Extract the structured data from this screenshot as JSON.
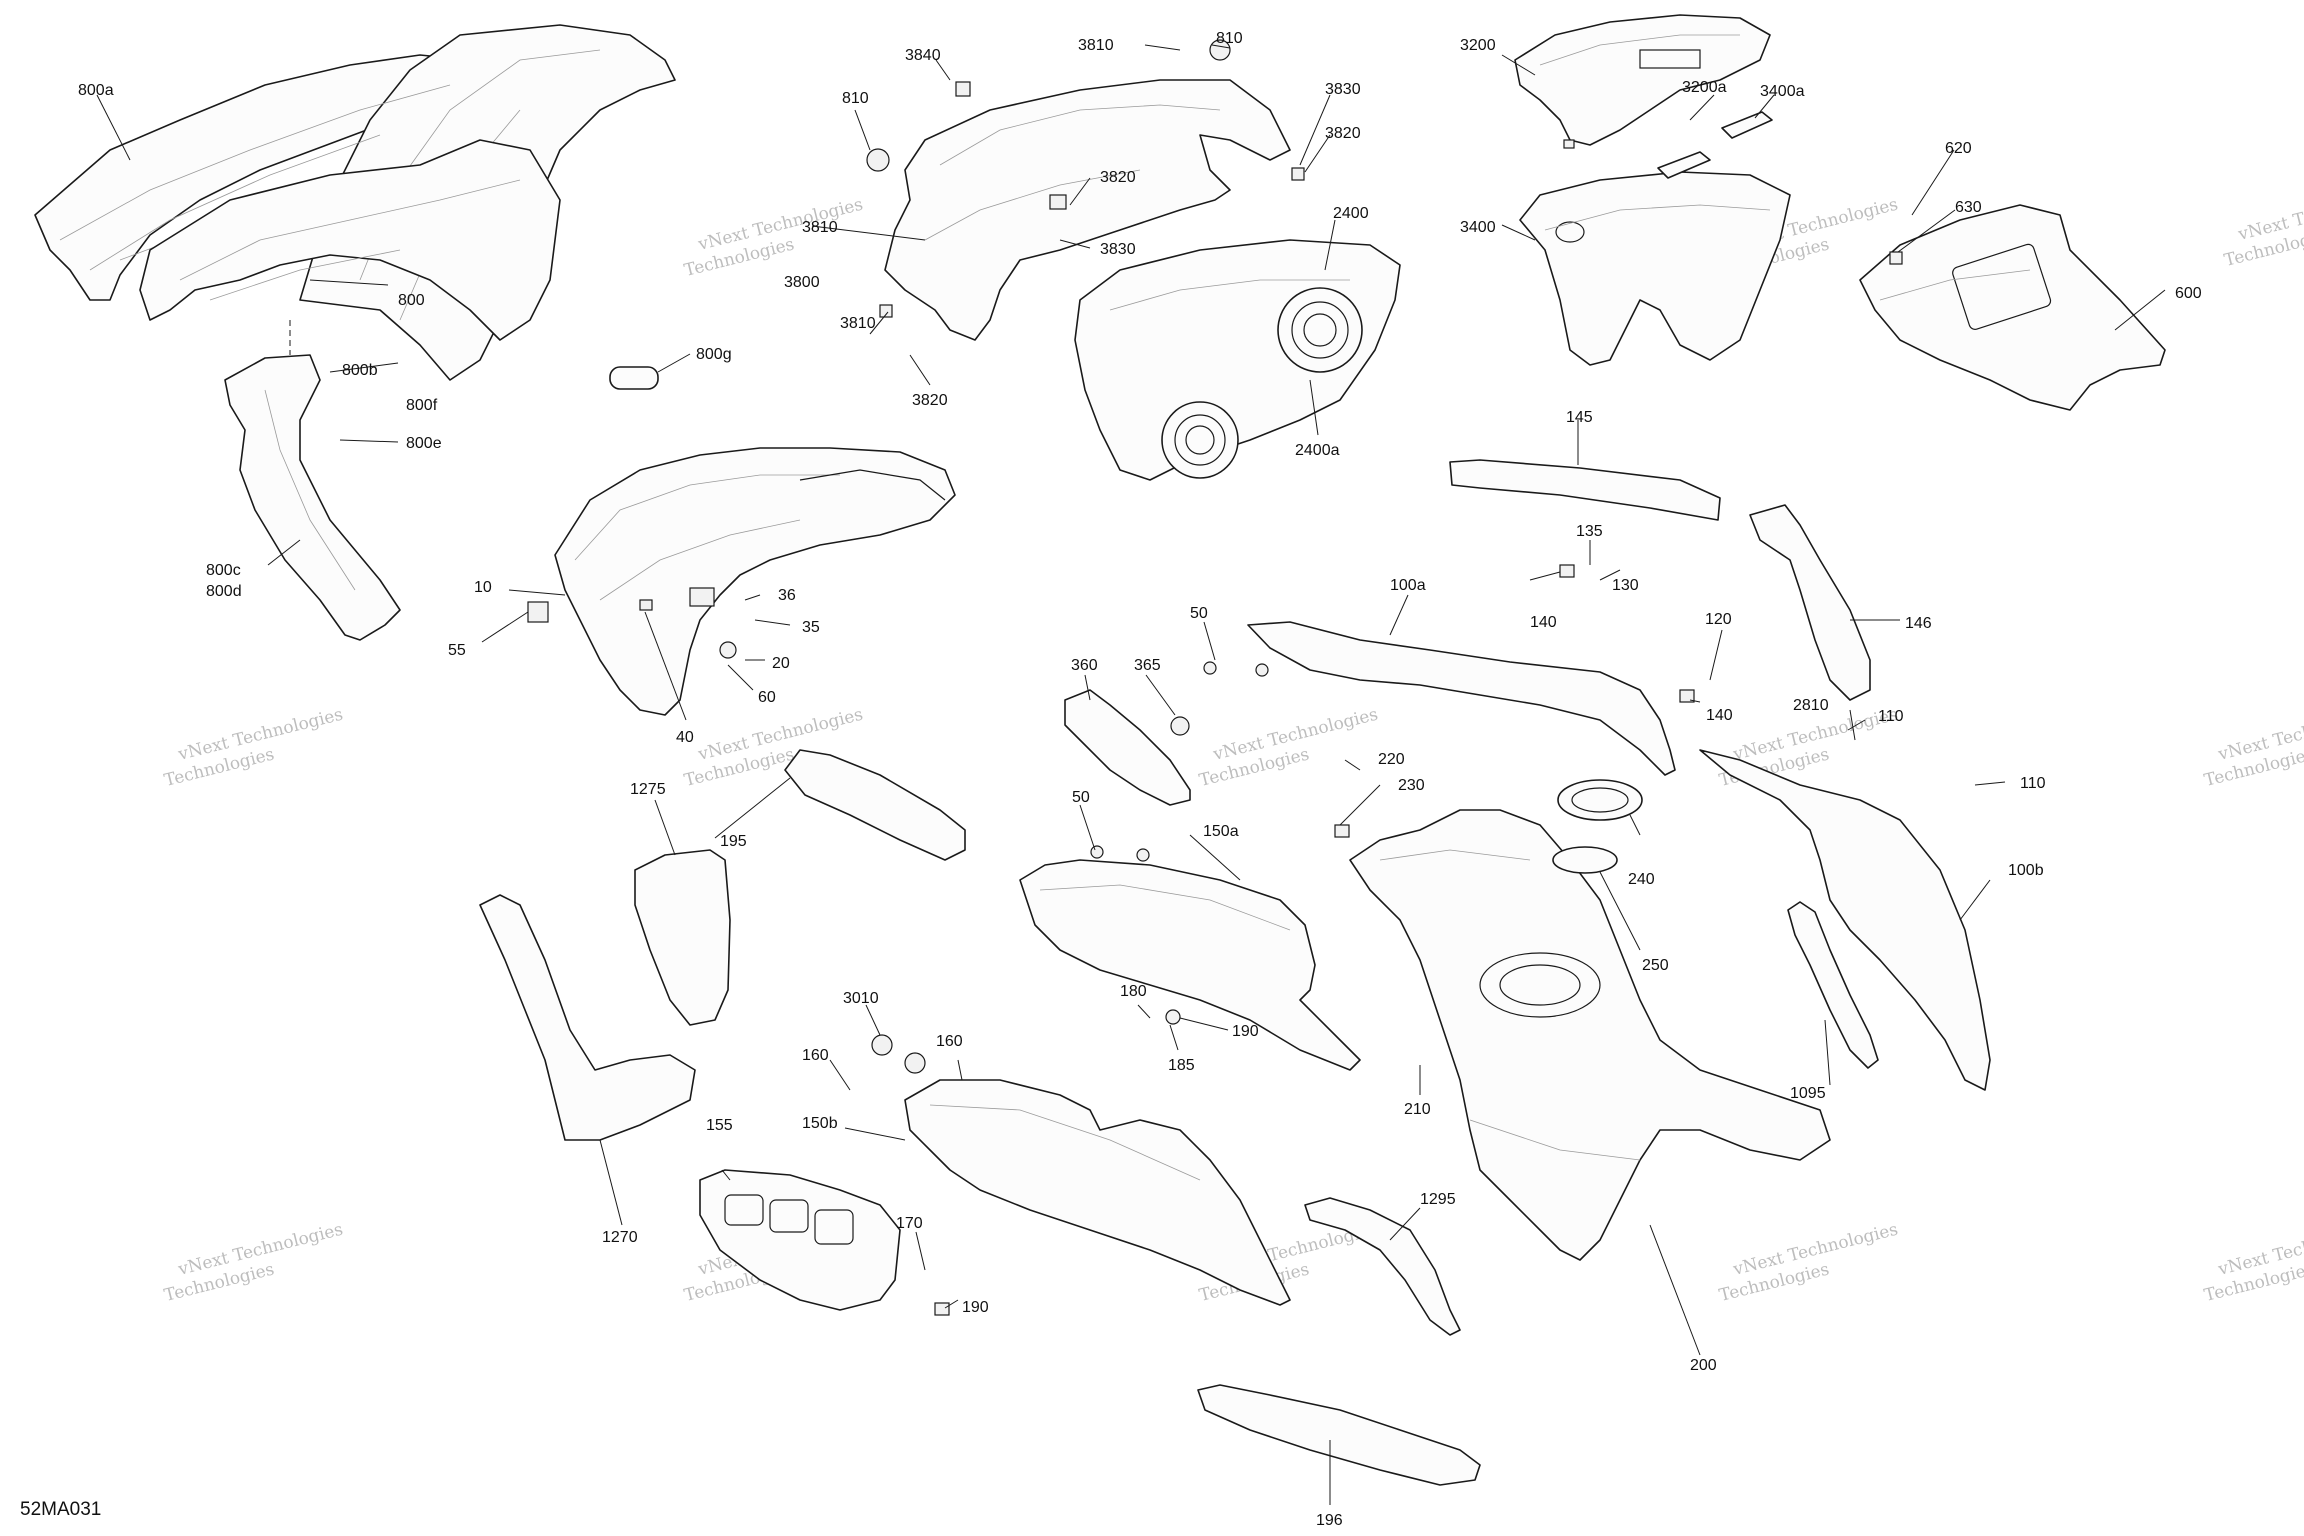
{
  "diagram": {
    "code": "52MA031",
    "watermark": "vNext Technologies",
    "watermark_line2": "Technologies",
    "callouts": [
      {
        "id": "c800a",
        "text": "800a"
      },
      {
        "id": "c800",
        "text": "800"
      },
      {
        "id": "c800b",
        "text": "800b"
      },
      {
        "id": "c800g",
        "text": "800g"
      },
      {
        "id": "c800f",
        "text": "800f"
      },
      {
        "id": "c800e",
        "text": "800e"
      },
      {
        "id": "c800c",
        "text": "800c"
      },
      {
        "id": "c800d",
        "text": "800d"
      },
      {
        "id": "c3840",
        "text": "3840"
      },
      {
        "id": "c3810a",
        "text": "3810"
      },
      {
        "id": "c810a",
        "text": "810"
      },
      {
        "id": "c810b",
        "text": "810"
      },
      {
        "id": "c3830a",
        "text": "3830"
      },
      {
        "id": "c3820a",
        "text": "3820"
      },
      {
        "id": "c3810b",
        "text": "3810"
      },
      {
        "id": "c3820b",
        "text": "3820"
      },
      {
        "id": "c3830b",
        "text": "3830"
      },
      {
        "id": "c3800",
        "text": "3800"
      },
      {
        "id": "c3810c",
        "text": "3810"
      },
      {
        "id": "c3820c",
        "text": "3820"
      },
      {
        "id": "c2400",
        "text": "2400"
      },
      {
        "id": "c2400a",
        "text": "2400a"
      },
      {
        "id": "c3200",
        "text": "3200"
      },
      {
        "id": "c3200a",
        "text": "3200a"
      },
      {
        "id": "c3400a",
        "text": "3400a"
      },
      {
        "id": "c3400",
        "text": "3400"
      },
      {
        "id": "c620",
        "text": "620"
      },
      {
        "id": "c630",
        "text": "630"
      },
      {
        "id": "c600",
        "text": "600"
      },
      {
        "id": "c145",
        "text": "145"
      },
      {
        "id": "c146",
        "text": "146"
      },
      {
        "id": "c135",
        "text": "135"
      },
      {
        "id": "c130",
        "text": "130"
      },
      {
        "id": "c140a",
        "text": "140"
      },
      {
        "id": "c100a",
        "text": "100a"
      },
      {
        "id": "c50a",
        "text": "50"
      },
      {
        "id": "c120",
        "text": "120"
      },
      {
        "id": "c140b",
        "text": "140"
      },
      {
        "id": "c2810",
        "text": "2810"
      },
      {
        "id": "c110a",
        "text": "110"
      },
      {
        "id": "c110b",
        "text": "110"
      },
      {
        "id": "c100b",
        "text": "100b"
      },
      {
        "id": "c10",
        "text": "10"
      },
      {
        "id": "c36",
        "text": "36"
      },
      {
        "id": "c35",
        "text": "35"
      },
      {
        "id": "c55",
        "text": "55"
      },
      {
        "id": "c20",
        "text": "20"
      },
      {
        "id": "c60",
        "text": "60"
      },
      {
        "id": "c40",
        "text": "40"
      },
      {
        "id": "c360",
        "text": "360"
      },
      {
        "id": "c365",
        "text": "365"
      },
      {
        "id": "c220",
        "text": "220"
      },
      {
        "id": "c230",
        "text": "230"
      },
      {
        "id": "c240",
        "text": "240"
      },
      {
        "id": "c250",
        "text": "250"
      },
      {
        "id": "c1275",
        "text": "1275"
      },
      {
        "id": "c195",
        "text": "195"
      },
      {
        "id": "c50b",
        "text": "50"
      },
      {
        "id": "c150a",
        "text": "150a"
      },
      {
        "id": "c180",
        "text": "180"
      },
      {
        "id": "c190a",
        "text": "190"
      },
      {
        "id": "c185",
        "text": "185"
      },
      {
        "id": "c210",
        "text": "210"
      },
      {
        "id": "c1095",
        "text": "1095"
      },
      {
        "id": "c3010",
        "text": "3010"
      },
      {
        "id": "c160a",
        "text": "160"
      },
      {
        "id": "c160b",
        "text": "160"
      },
      {
        "id": "c150b",
        "text": "150b"
      },
      {
        "id": "c155",
        "text": "155"
      },
      {
        "id": "c170",
        "text": "170"
      },
      {
        "id": "c190b",
        "text": "190"
      },
      {
        "id": "c1270",
        "text": "1270"
      },
      {
        "id": "c1295",
        "text": "1295"
      },
      {
        "id": "c200",
        "text": "200"
      },
      {
        "id": "c196",
        "text": "196"
      }
    ]
  }
}
